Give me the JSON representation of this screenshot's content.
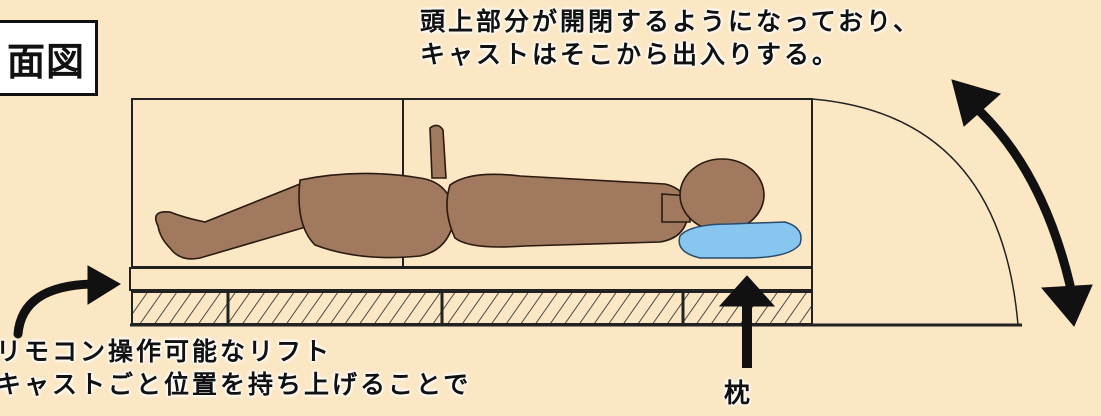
{
  "title": "面図",
  "annotations": {
    "top_line1": "頭上部分が開閉するようになっており、",
    "top_line2": "キャストはそこから出入りする。",
    "lift_line1": "リモコン操作可能なリフト",
    "lift_line2": "キャストごと位置を持ち上げることで",
    "pillow": "枕"
  },
  "colors": {
    "background": "#fbe7c4",
    "skin": "#a0795f",
    "pillow": "#86c6ef",
    "line": "#111111"
  }
}
